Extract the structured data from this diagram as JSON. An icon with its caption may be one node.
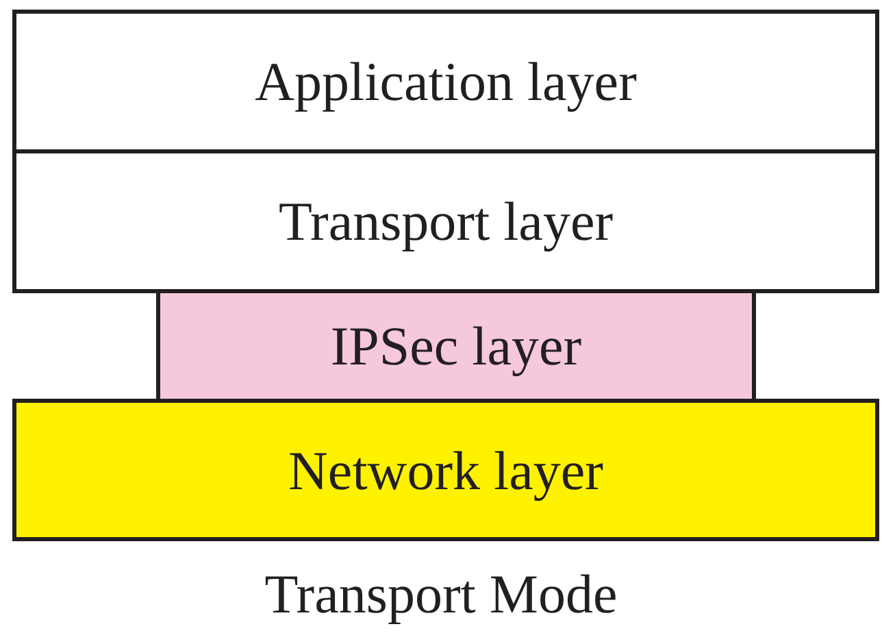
{
  "diagram": {
    "caption": "Transport Mode",
    "nodes": [
      {
        "text": [
          "Application layer"
        ]
      },
      {
        "text": [
          "Transport layer"
        ]
      },
      {
        "text": [
          "IPSec layer"
        ]
      },
      {
        "text": [
          "Network layer"
        ]
      }
    ]
  }
}
